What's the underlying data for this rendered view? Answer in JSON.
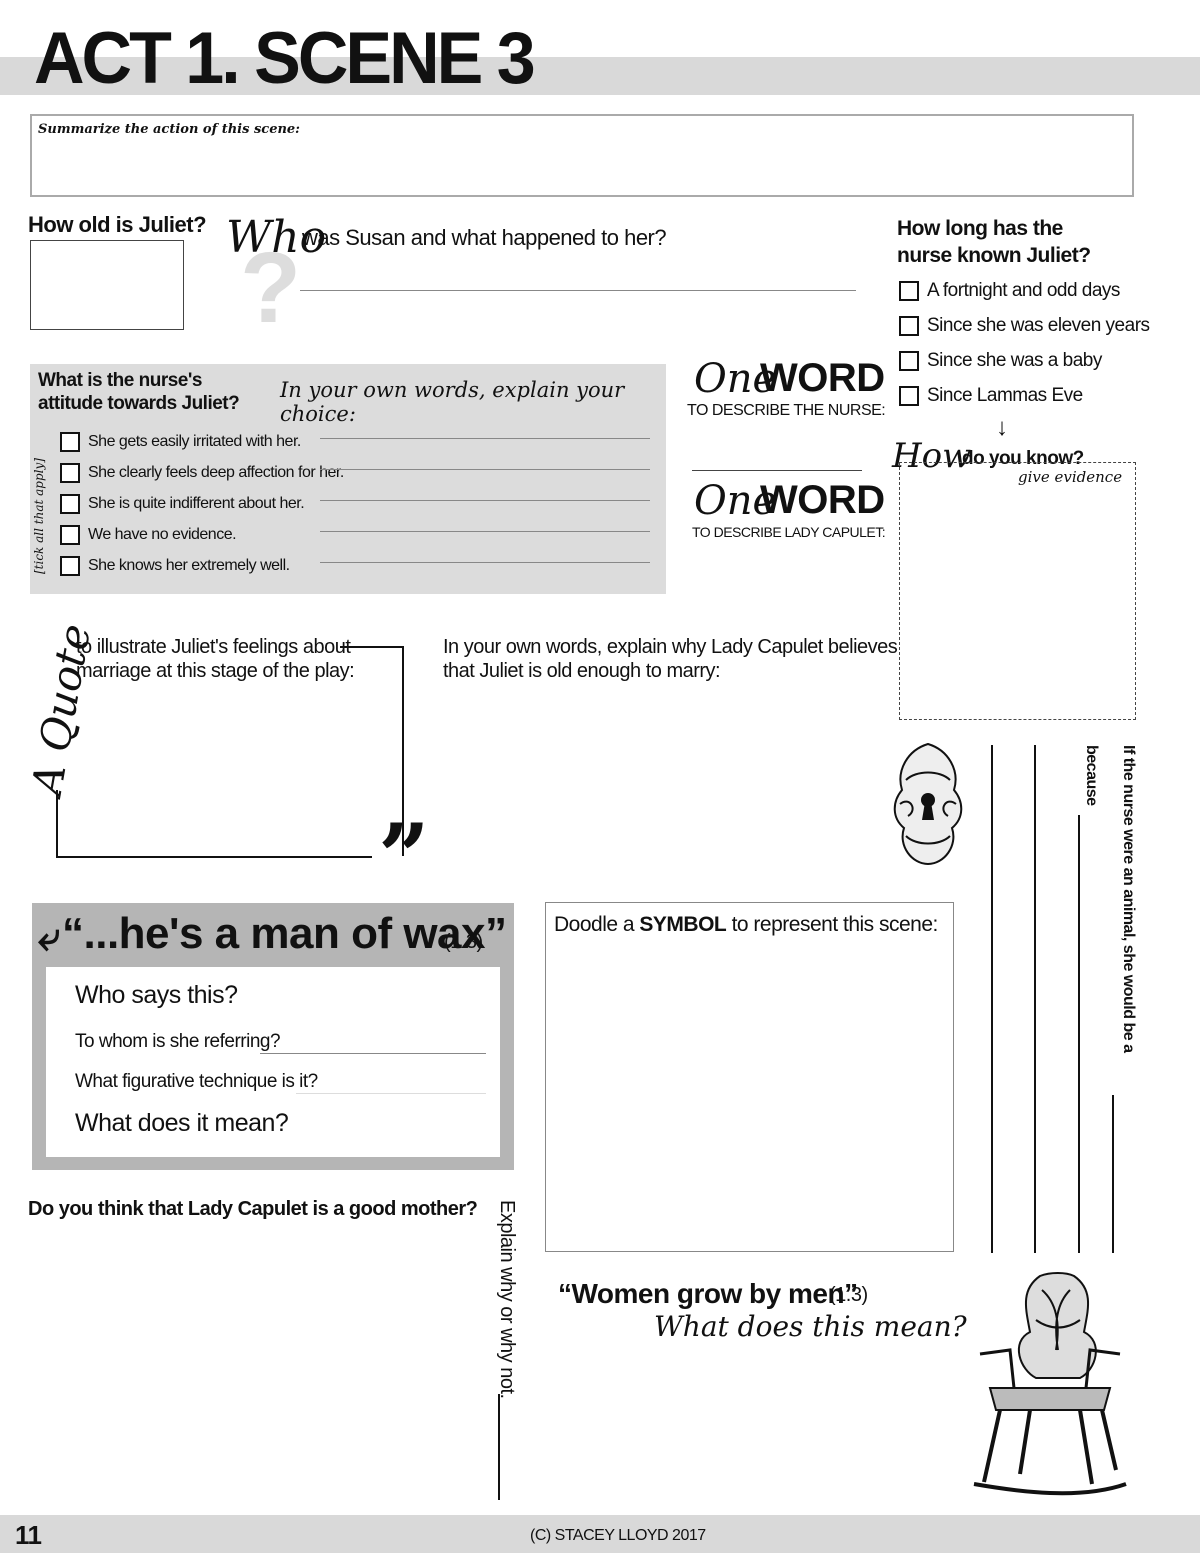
{
  "header": {
    "title": "ACT 1. SCENE 3"
  },
  "summary": {
    "label": "Summarize the action of this scene:"
  },
  "age": {
    "label": "How old is Juliet?"
  },
  "susan": {
    "script_word": "Who",
    "question": "was Susan and what happened to her?"
  },
  "nurse_known": {
    "title_line1": "How long has the",
    "title_line2": "nurse known Juliet?",
    "options": [
      "A fortnight and odd days",
      "Since she was eleven years",
      "Since she was a baby",
      "Since Lammas Eve"
    ],
    "how_script": "How",
    "how_text": "do you know?",
    "evidence_script": "give evidence"
  },
  "attitude": {
    "title_line1": "What is the nurse's",
    "title_line2": "attitude towards Juliet?",
    "explain_script": "In your own words, explain your choice:",
    "tick_label": "[tick all that apply]",
    "options": [
      "She gets easily irritated with her.",
      "She clearly feels deep affection for her.",
      "She is quite indifferent about her.",
      "We have no evidence.",
      "She knows her extremely well."
    ]
  },
  "one_word_nurse": {
    "script": "One",
    "word": "WORD",
    "sub": "TO DESCRIBE THE NURSE:"
  },
  "one_word_lady": {
    "script": "One",
    "word": "WORD",
    "sub": "TO DESCRIBE LADY CAPULET:"
  },
  "quote": {
    "script": "A Quote",
    "text_line1": "to illustrate Juliet's feelings about",
    "text_line2": "marriage at this stage of the play:",
    "close_mark": "”"
  },
  "lady_marry": {
    "line1": "In your own words, explain why Lady Capulet believes",
    "line2": "that Juliet is old enough to marry:"
  },
  "nurse_animal": {
    "text": "If the nurse were an animal, she would be a",
    "because": "because"
  },
  "wax": {
    "quote": "“...he's a man of wax”",
    "ref": "(1.3)",
    "q1": "Who says this?",
    "q2": "To whom is she referring?",
    "q3": "What figurative technique is it?",
    "q4": "What does it mean?"
  },
  "symbol": {
    "prefix": "Doodle a ",
    "bold": "SYMBOL",
    "suffix": " to represent this scene:"
  },
  "good_mother": {
    "question": "Do you think that Lady Capulet is a good mother?",
    "explain": "Explain why or why not."
  },
  "women": {
    "quote": "“Women grow by men”",
    "ref": "(1.3)",
    "script": "What does this mean?"
  },
  "footer": {
    "page": "11",
    "copyright": "(C) STACEY LLOYD 2017"
  }
}
